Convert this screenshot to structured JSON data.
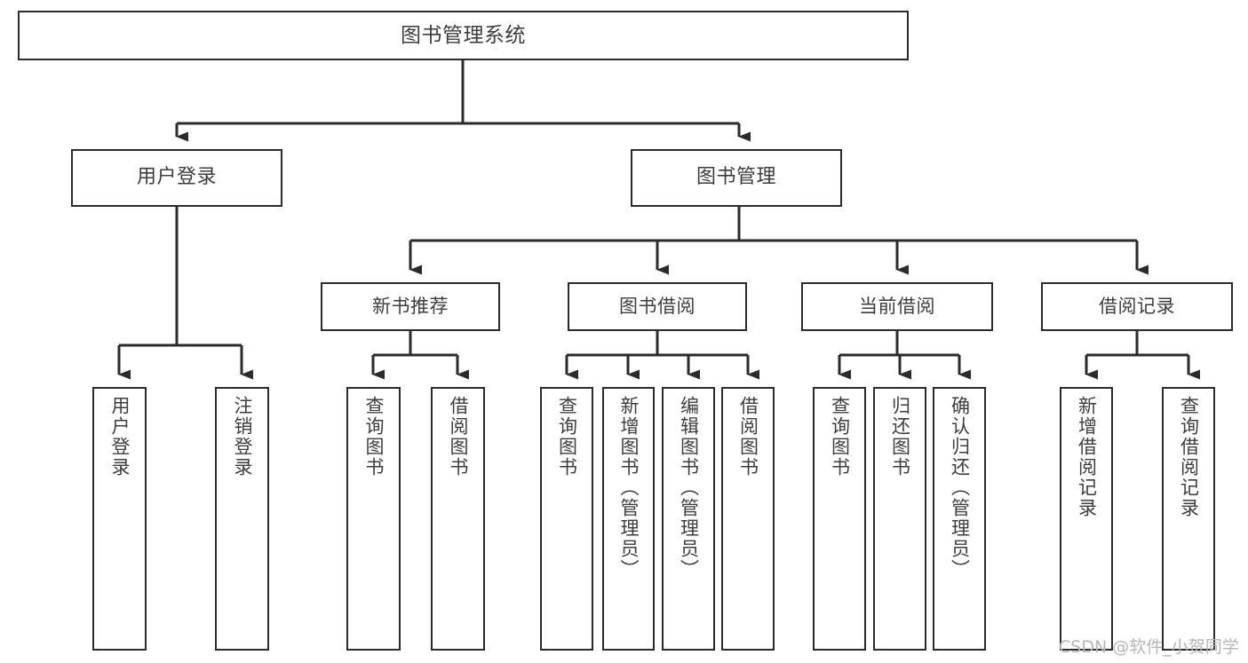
{
  "diagram": {
    "type": "tree-hierarchy",
    "title": "图书管理系统",
    "style": {
      "background": "#ffffff",
      "box_border": "#2b2b2b",
      "box_fill": "#ffffff",
      "text_color": "#3d3d3d",
      "connector_color": "#2b2b2b"
    },
    "nodes": {
      "root": {
        "label": "图书管理系统"
      },
      "level2": [
        {
          "id": "user-login",
          "label": "用户登录"
        },
        {
          "id": "book-manage",
          "label": "图书管理"
        }
      ],
      "level3": [
        {
          "id": "new-book-recommend",
          "label": "新书推荐"
        },
        {
          "id": "book-borrow",
          "label": "图书借阅"
        },
        {
          "id": "current-borrow",
          "label": "当前借阅"
        },
        {
          "id": "borrow-record",
          "label": "借阅记录"
        }
      ],
      "leaves": [
        {
          "id": "leaf-user-login",
          "label": "用户登录",
          "parent": "user-login"
        },
        {
          "id": "leaf-logout-login",
          "label": "注销登录",
          "parent": "user-login"
        },
        {
          "id": "leaf-query-book-1",
          "label": "查询图书",
          "parent": "new-book-recommend"
        },
        {
          "id": "leaf-borrow-book-1",
          "label": "借阅图书",
          "parent": "new-book-recommend"
        },
        {
          "id": "leaf-query-book-2",
          "label": "查询图书",
          "parent": "book-borrow"
        },
        {
          "id": "leaf-add-book",
          "label": "新增图书（管理员）",
          "parent": "book-borrow"
        },
        {
          "id": "leaf-edit-book",
          "label": "编辑图书（管理员）",
          "parent": "book-borrow"
        },
        {
          "id": "leaf-borrow-book-2",
          "label": "借阅图书",
          "parent": "book-borrow"
        },
        {
          "id": "leaf-query-book-3",
          "label": "查询图书",
          "parent": "current-borrow"
        },
        {
          "id": "leaf-return-book",
          "label": "归还图书",
          "parent": "current-borrow"
        },
        {
          "id": "leaf-confirm-return",
          "label": "确认归还（管理员）",
          "parent": "current-borrow"
        },
        {
          "id": "leaf-add-record",
          "label": "新增借阅记录",
          "parent": "borrow-record"
        },
        {
          "id": "leaf-query-record",
          "label": "查询借阅记录",
          "parent": "borrow-record"
        }
      ]
    }
  },
  "watermark": {
    "text": "CSDN @软件_小贺同学"
  }
}
